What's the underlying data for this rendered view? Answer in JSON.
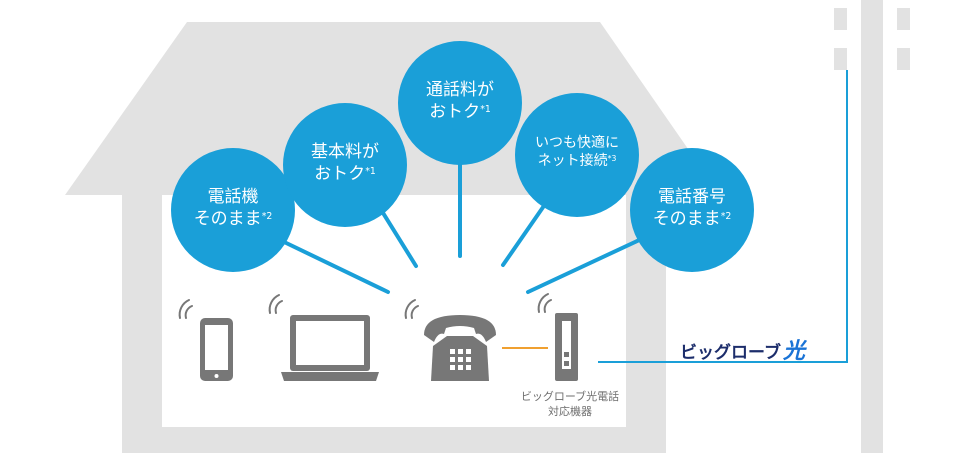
{
  "bubbles": [
    {
      "line1": "電話機",
      "line2": "そのまま",
      "note": "*2"
    },
    {
      "line1": "基本料が",
      "line2": "おトク",
      "note": "*1"
    },
    {
      "line1": "通話料が",
      "line2": "おトク",
      "note": "*1"
    },
    {
      "line1": "いつも快適に",
      "line2": "ネット接続",
      "note": "*3"
    },
    {
      "line1": "電話番号",
      "line2": "そのまま",
      "note": "*2"
    }
  ],
  "router_caption": {
    "line1": "ビッグローブ光電話",
    "line2": "対応機器"
  },
  "brand": {
    "text": "ビッグローブ",
    "accent": "光"
  },
  "colors": {
    "bubble": "#1a9fd8",
    "house": "#e2e2e2",
    "device": "#777777",
    "brand_text": "#1c2d6b",
    "brand_accent": "#1a73d6",
    "fiber_line": "#1a9fd8",
    "phone_cable": "#f0a030"
  },
  "icons": [
    "smartphone-icon",
    "laptop-icon",
    "telephone-icon",
    "router-icon",
    "utility-pole-icon",
    "wireless-signal-icon"
  ]
}
